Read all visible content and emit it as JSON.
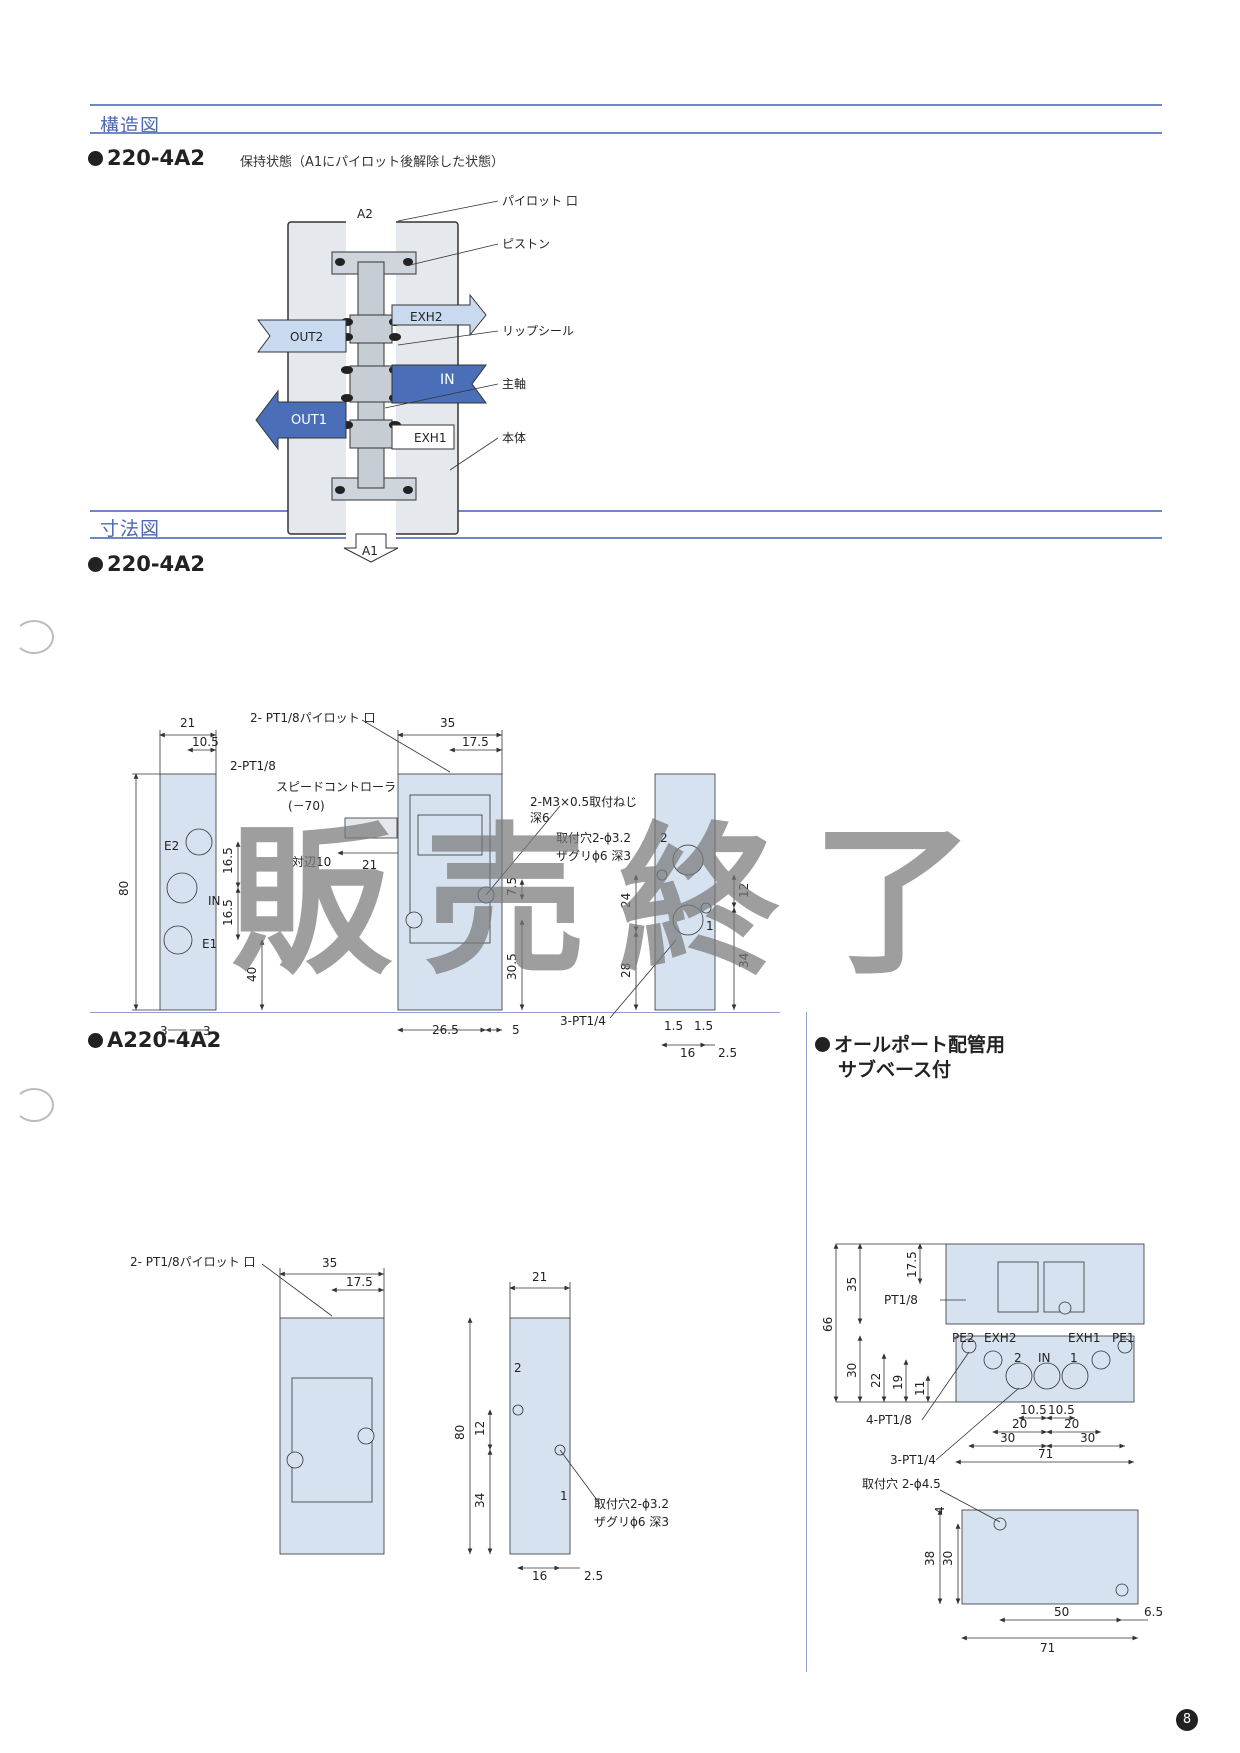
{
  "sections": {
    "structure": "構造図",
    "dimensions": "寸法図"
  },
  "structure": {
    "model": "220-4A2",
    "state_note": "保持状態（A1にパイロット後解除した状態）",
    "labels": {
      "a2": "A2",
      "a1": "A1",
      "out2": "OUT2",
      "out1": "OUT1",
      "exh2": "EXH2",
      "exh1": "EXH1",
      "in": "IN"
    },
    "callouts": {
      "pilot_port": "パイロット 口",
      "piston": "ピストン",
      "lip_seal": "リップシール",
      "main_shaft": "主軸",
      "body": "本体"
    }
  },
  "dim1": {
    "model": "220-4A2",
    "notes": {
      "pilot": "2- PT1/8パイロット 口",
      "pt18": "2-PT1/8",
      "speed": "スピードコントローラ",
      "speed_val": "(－70)",
      "width": "対辺10",
      "mount_screw": "2-M3×0.5取付ねじ",
      "depth6": "深6",
      "hole": "取付穴2-ϕ3.2",
      "cbore": "ザグリϕ6 深3",
      "pt14": "3-PT1/4"
    },
    "ports": {
      "e2": "E2",
      "in": "IN",
      "e1": "E1",
      "p2": "2",
      "p1": "1"
    },
    "values": {
      "w21": "21",
      "w105": "10.5",
      "h80": "80",
      "d165a": "16.5",
      "d165b": "16.5",
      "d40": "40",
      "d3a": "3",
      "d3b": "3",
      "d21": "21",
      "w35": "35",
      "w175": "17.5",
      "d75": "7.5",
      "d305": "30.5",
      "d265": "26.5",
      "d5": "5",
      "d24": "24",
      "d28": "28",
      "d12": "12",
      "d34": "34",
      "d15a": "1.5",
      "d15b": "1.5",
      "d16": "16",
      "d25": "2.5"
    }
  },
  "dim2": {
    "model": "A220-4A2",
    "notes": {
      "pilot": "2- PT1/8パイロット 口",
      "hole": "取付穴2-ϕ3.2",
      "cbore": "ザグリϕ6 深3"
    },
    "ports": {
      "p2": "2",
      "p1": "1"
    },
    "values": {
      "w35": "35",
      "w175": "17.5",
      "w21": "21",
      "h80": "80",
      "d12": "12",
      "d34": "34",
      "d16": "16",
      "d25": "2.5"
    }
  },
  "subbase": {
    "title_line1": "オールポート配管用",
    "title_line2": "サブベース付",
    "ports": {
      "pe2": "PE2",
      "exh2": "EXH2",
      "exh1": "EXH1",
      "pe1": "PE1",
      "p2": "2",
      "in": "IN",
      "p1": "1"
    },
    "notes": {
      "pt18": "PT1/8",
      "pt18x4": "4-PT1/8",
      "pt14x3": "3-PT1/4",
      "hole": "取付穴 2-ϕ4.5"
    },
    "values": {
      "d175": "17.5",
      "d35": "35",
      "d66": "66",
      "d30a": "30",
      "d22": "22",
      "d19": "19",
      "d11": "11",
      "d105a": "10.5",
      "d105b": "10.5",
      "d20a": "20",
      "d20b": "20",
      "d30b": "30",
      "d30c": "30",
      "d71a": "71",
      "d4": "4",
      "d38": "38",
      "d30d": "30",
      "d50": "50",
      "d65": "6.5",
      "d71b": "71"
    }
  },
  "watermark": "販売終了",
  "page_number": "8",
  "colors": {
    "accent": "#6f86c9",
    "body_fill": "#d6e2ef",
    "in_blue": "#4a6fb8",
    "light_blue": "#c9daf0"
  }
}
